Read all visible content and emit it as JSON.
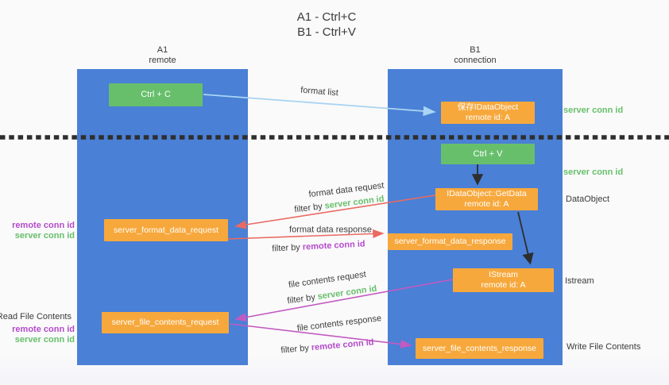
{
  "title": {
    "line1": "A1 - Ctrl+C",
    "line2": "B1 - Ctrl+V"
  },
  "columns": {
    "a": {
      "id": "A1",
      "role": "remote"
    },
    "b": {
      "id": "B1",
      "role": "connection"
    }
  },
  "boxes": {
    "ctrl_c": {
      "label": "Ctrl + C"
    },
    "save_idataobject": {
      "line1": "保存IDataObject",
      "line2": "remote id: A"
    },
    "ctrl_v": {
      "label": "Ctrl + V"
    },
    "getdata": {
      "line1": "IDataObject::GetData",
      "line2": "remote id: A"
    },
    "istream": {
      "line1": "IStream",
      "line2": "remote id: A"
    },
    "format_request": {
      "label": "server_format_data_request"
    },
    "format_response": {
      "label": "server_format_data_response"
    },
    "file_request": {
      "label": "server_file_contents_request"
    },
    "file_response": {
      "label": "server_file_contents_response"
    }
  },
  "side_labels": {
    "server_conn_id_right_top": "server conn id",
    "server_conn_id_right_mid": "server conn id",
    "dataobject": "DataObject",
    "istream": "Istream",
    "write_file_contents": "Write File Contents",
    "read_file_contents": "Read File Contents",
    "format_remote_conn_id": "remote conn id",
    "format_server_conn_id": "server conn id",
    "file_remote_conn_id": "remote conn id",
    "file_server_conn_id": "server conn id"
  },
  "arrows": {
    "format_list": {
      "label": "format list"
    },
    "format_request": {
      "label": "format data request",
      "filter_prefix": "filter by",
      "filter_value": "server conn id"
    },
    "format_response": {
      "label": "format data response",
      "filter_prefix": "filter by",
      "filter_value": "remote conn id"
    },
    "file_request": {
      "label": "file contents request",
      "filter_prefix": "filter by",
      "filter_value": "server conn id"
    },
    "file_response": {
      "label": "file contents response",
      "filter_prefix": "filter by",
      "filter_value": "remote conn id"
    }
  },
  "colors": {
    "lane_blue": "#4a80d6",
    "box_green": "#67bf6b",
    "box_orange": "#f7a83c",
    "arrow_blue": "#a9d4f2",
    "arrow_red": "#ea6a62",
    "arrow_magenta": "#c35ac2",
    "arrow_black": "#2e2e2e",
    "text_green": "#67bf6b",
    "text_purple": "#b44bcb",
    "text_dark": "#3c3c3c"
  }
}
